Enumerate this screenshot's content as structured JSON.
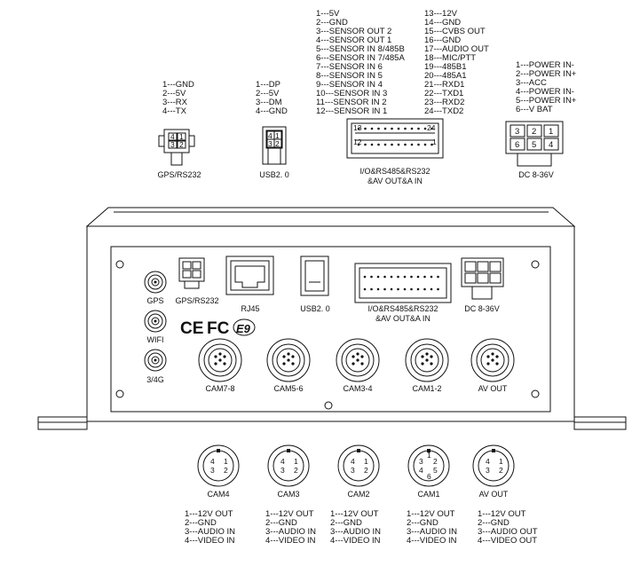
{
  "pinouts": {
    "gps_rs232": [
      "1---GND",
      "2---5V",
      "3---RX",
      "4---TX"
    ],
    "usb": [
      "1---DP",
      "2---5V",
      "3---DM",
      "4---GND"
    ],
    "io_left": [
      "1---5V",
      "2---GND",
      "3---SENSOR OUT 2",
      "4---SENSOR OUT 1",
      "5---SENSOR IN 8/485B",
      "6---SENSOR IN 7/485A",
      "7---SENSOR IN 6",
      "8---SENSOR IN 5",
      "9---SENSOR IN 4",
      "10---SENSOR IN 3",
      "11---SENSOR IN 2",
      "12---SENSOR IN 1"
    ],
    "io_right": [
      "13---12V",
      "14---GND",
      "15---CVBS OUT",
      "16---GND",
      "17---AUDIO OUT",
      "18---MIC/PTT",
      "19---485B1",
      "20---485A1",
      "21---RXD1",
      "22---TXD1",
      "23---RXD2",
      "24---TXD2"
    ],
    "dc": [
      "1---POWER IN-",
      "2---POWER IN+",
      "3---ACC",
      "4---POWER IN-",
      "5---POWER IN+",
      "6---V BAT"
    ],
    "cam4": [
      "1---12V OUT",
      "2---GND",
      "3---AUDIO  IN",
      "4---VIDEO  IN"
    ],
    "cam3": [
      "1---12V OUT",
      "2---GND",
      "3---AUDIO  IN",
      "4---VIDEO  IN"
    ],
    "cam2": [
      "1---12V OUT",
      "2---GND",
      "3---AUDIO  IN",
      "4---VIDEO  IN"
    ],
    "cam1": [
      "1---12V OUT",
      "2---GND",
      "3---AUDIO  IN",
      "4---VIDEO  IN"
    ],
    "avout": [
      "1---12V OUT",
      "2---GND",
      "3---AUDIO  OUT",
      "4---VIDEO  OUT"
    ]
  },
  "connectors": {
    "gps_rs232": {
      "label": "GPS/RS232",
      "pins": [
        "4",
        "1",
        "3",
        "2"
      ]
    },
    "usb": {
      "label": "USB2. 0",
      "pins": [
        "4",
        "1",
        "3",
        "2"
      ]
    },
    "io_line1": "I/O&RS485&RS232",
    "io_line2": "&AV OUT&A IN",
    "io_pin_13": "13",
    "io_pin_24": "24",
    "io_pin_12": "12",
    "io_pin_1": "1",
    "dc": {
      "label": "DC 8-36V",
      "pins": [
        "3",
        "2",
        "1",
        "6",
        "5",
        "4"
      ]
    }
  },
  "panel": {
    "gps": "GPS",
    "wifi": "WIFI",
    "g34": "3/4G",
    "gps_rs232": "GPS/RS232",
    "rj45": "RJ45",
    "usb": "USB2. 0",
    "io_line1": "I/O&RS485&RS232",
    "io_line2": "&AV OUT&A IN",
    "dc": "DC 8-36V",
    "cert_ce": "CE",
    "cert_fc": "FC",
    "cert_e9": "E9",
    "cams": [
      "CAM7-8",
      "CAM5-6",
      "CAM3-4",
      "CAM1-2",
      "AV OUT"
    ]
  },
  "aviation": {
    "labels": [
      "CAM4",
      "CAM3",
      "CAM2",
      "CAM1",
      "AV OUT"
    ],
    "pins4": [
      "4",
      "1",
      "3",
      "2"
    ],
    "pins_cam1": [
      "1",
      "2",
      "3",
      "4",
      "5",
      "6"
    ]
  }
}
